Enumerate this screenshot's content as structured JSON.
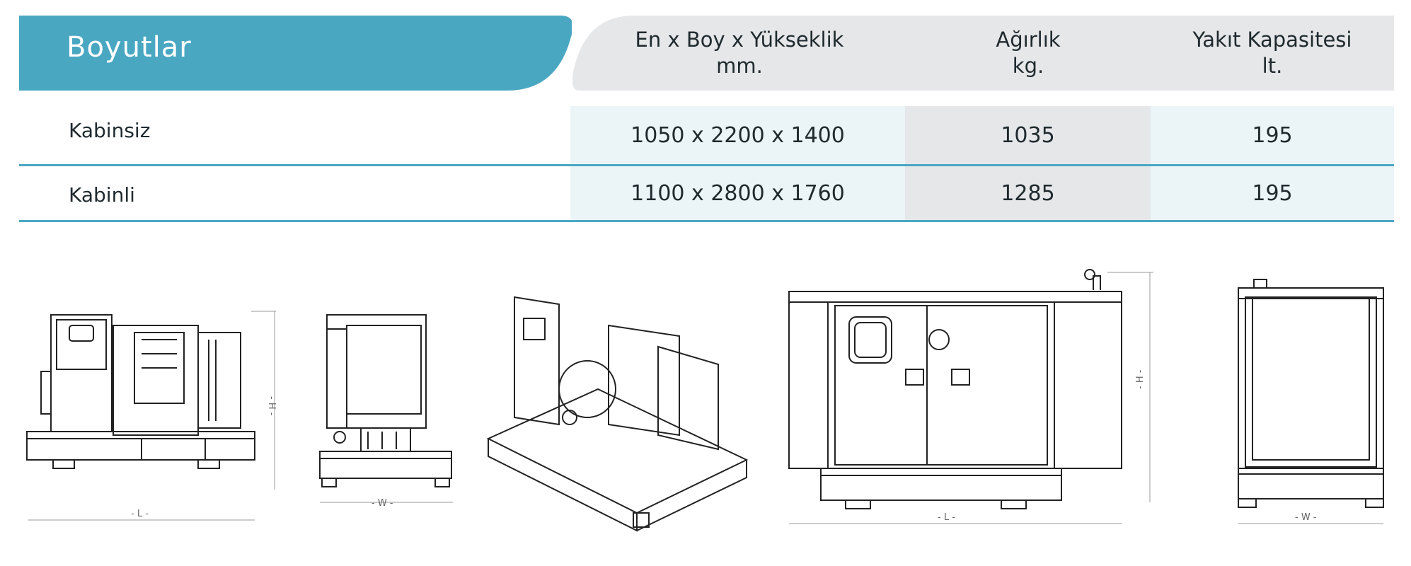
{
  "header": {
    "title": "Boyutlar"
  },
  "columns": [
    {
      "line1": "En x Boy x Yükseklik",
      "line2": "mm."
    },
    {
      "line1": "Ağırlık",
      "line2": "kg."
    },
    {
      "line1": "Yakıt Kapasitesi",
      "line2": "lt."
    }
  ],
  "rows": [
    {
      "label": "Kabinsiz",
      "dims": "1050 x 2200 x 1400",
      "weight": "1035",
      "fuel": "195"
    },
    {
      "label": "Kabinli",
      "dims": "1100 x 2800 x 1760",
      "weight": "1285",
      "fuel": "195"
    }
  ],
  "drawings": {
    "length_label": "- L -",
    "width_label": "- W -",
    "height_label": "- H -"
  },
  "colors": {
    "accent": "#49a7c2",
    "header_gray": "#e6e7e9",
    "cell_light": "#ebf4f7",
    "cell_gray": "#e6e7e9"
  }
}
